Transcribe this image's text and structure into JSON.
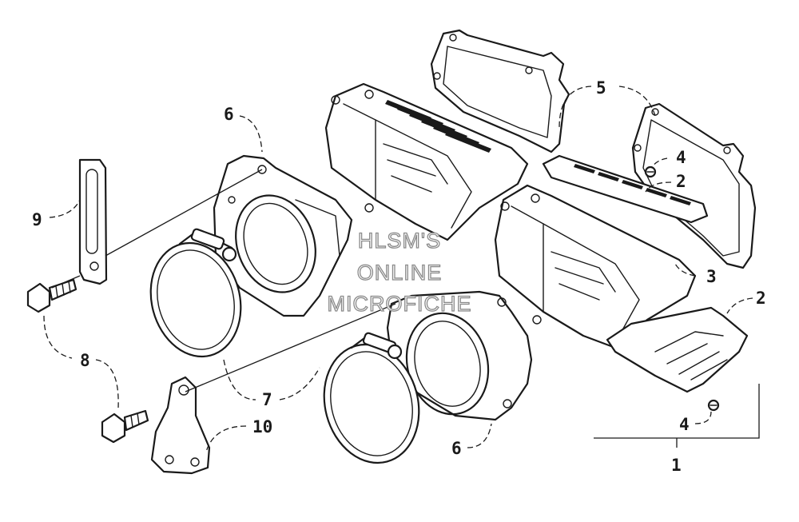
{
  "callouts": {
    "c1": "1",
    "c2a": "2",
    "c2b": "2",
    "c3": "3",
    "c4a": "4",
    "c4b": "4",
    "c5": "5",
    "c6a": "6",
    "c6b": "6",
    "c7": "7",
    "c8": "8",
    "c9": "9",
    "c10": "10"
  },
  "watermark": {
    "line1": "HLSM'S",
    "line2": "ONLINE",
    "line3": "MICROFICHE"
  }
}
